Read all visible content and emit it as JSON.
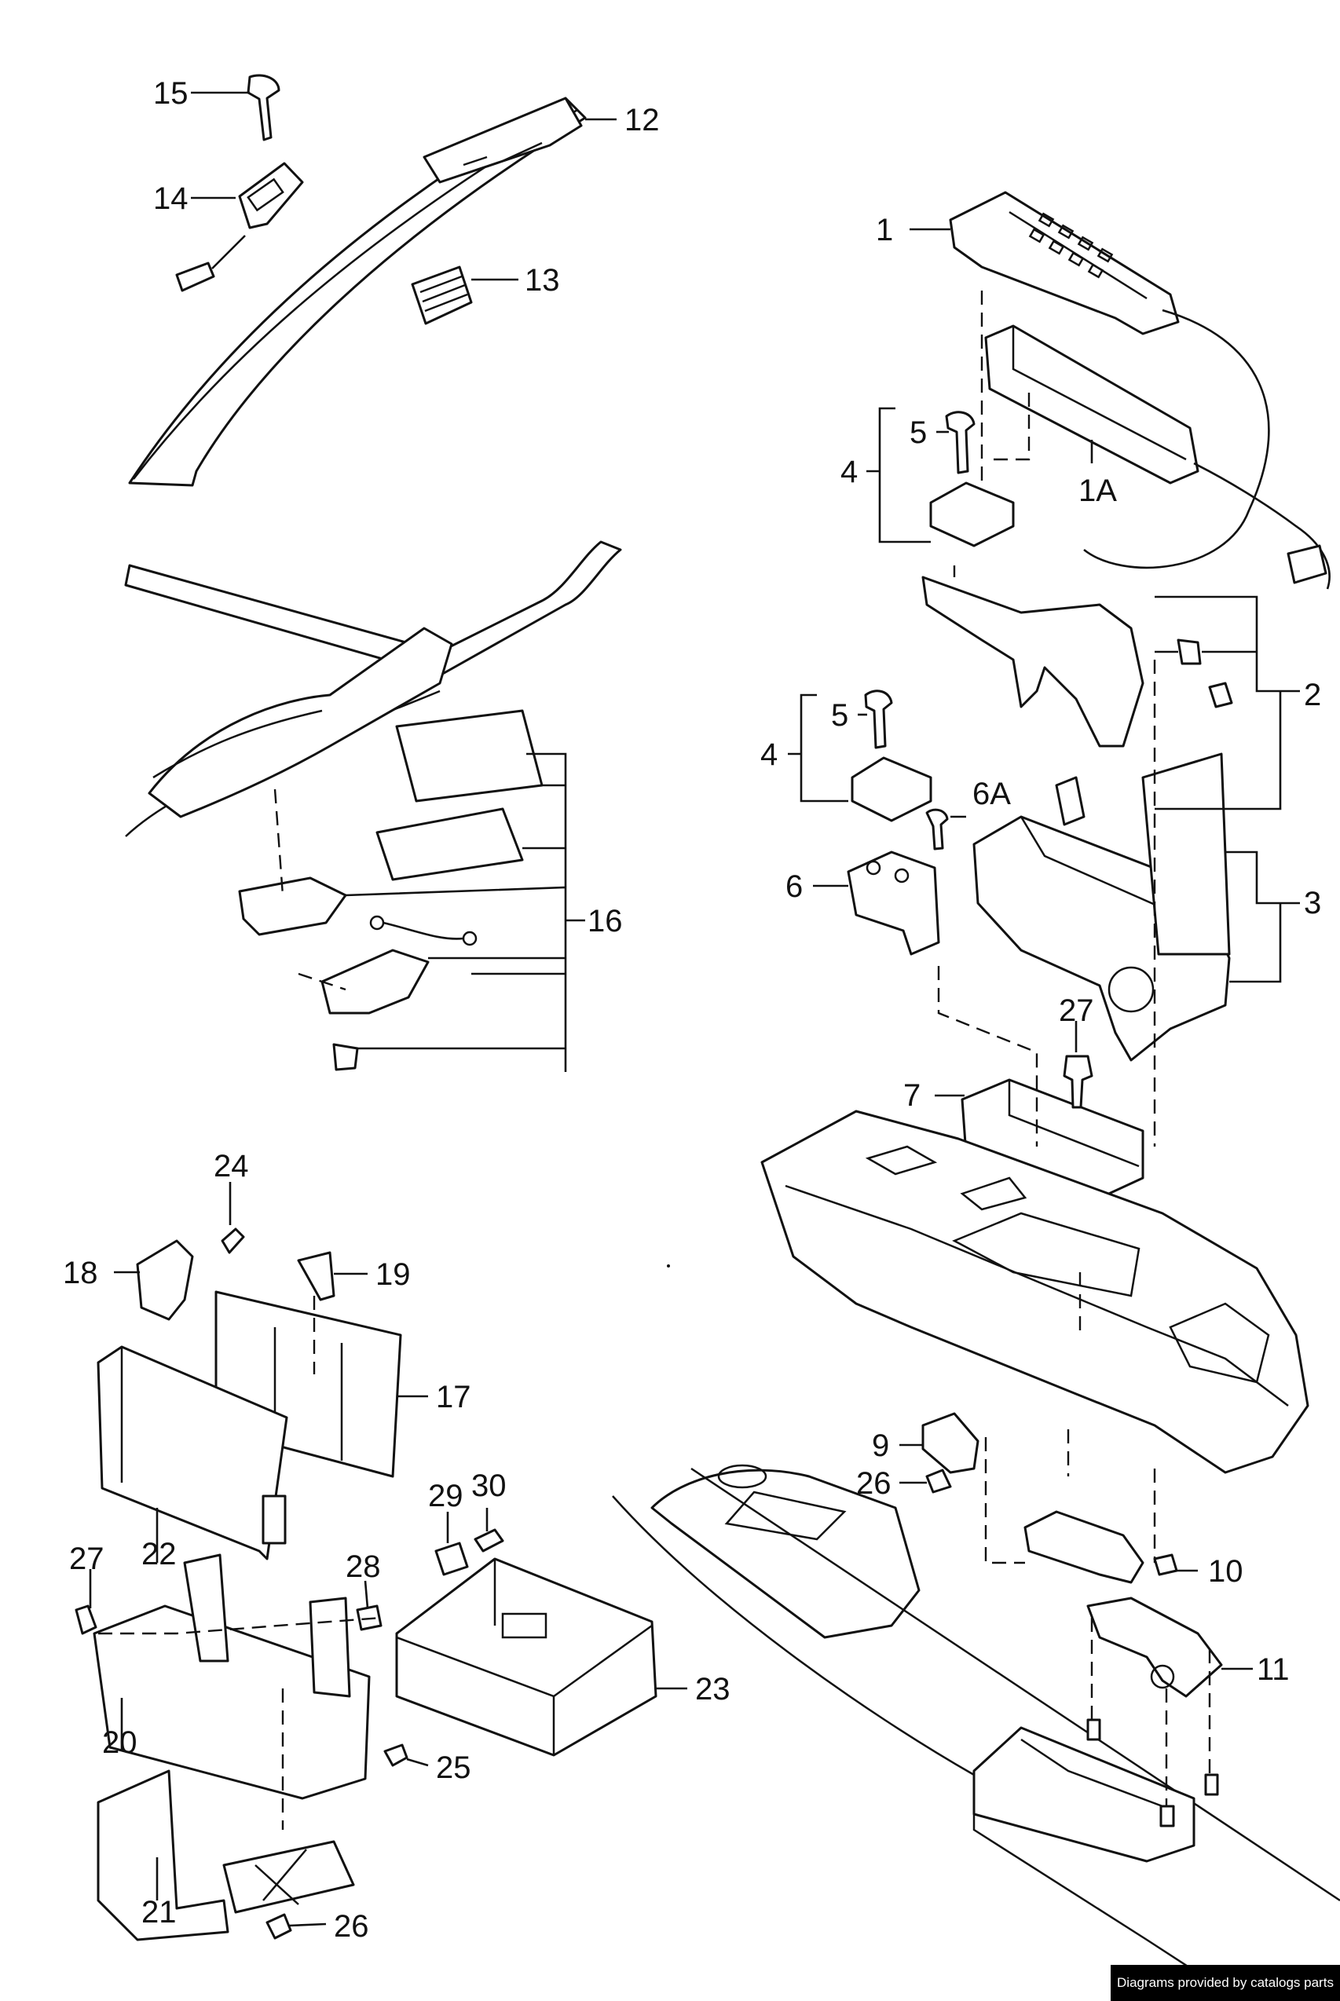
{
  "labels": {
    "l1": "1",
    "l1a": "1A",
    "l2": "2",
    "l3": "3",
    "l4a": "4",
    "l4b": "4",
    "l5a": "5",
    "l5b": "5",
    "l6": "6",
    "l6a": "6A",
    "l7": "7",
    "l9": "9",
    "l10": "10",
    "l11": "11",
    "l12": "12",
    "l13": "13",
    "l14": "14",
    "l15": "15",
    "l16": "16",
    "l17": "17",
    "l18": "18",
    "l19": "19",
    "l20": "20",
    "l21": "21",
    "l22": "22",
    "l23": "23",
    "l24": "24",
    "l25": "25",
    "l26a": "26",
    "l26b": "26",
    "l27a": "27",
    "l27b": "27",
    "l28": "28",
    "l29": "29",
    "l30": "30"
  },
  "credit": "Diagrams provided by catalogs parts"
}
